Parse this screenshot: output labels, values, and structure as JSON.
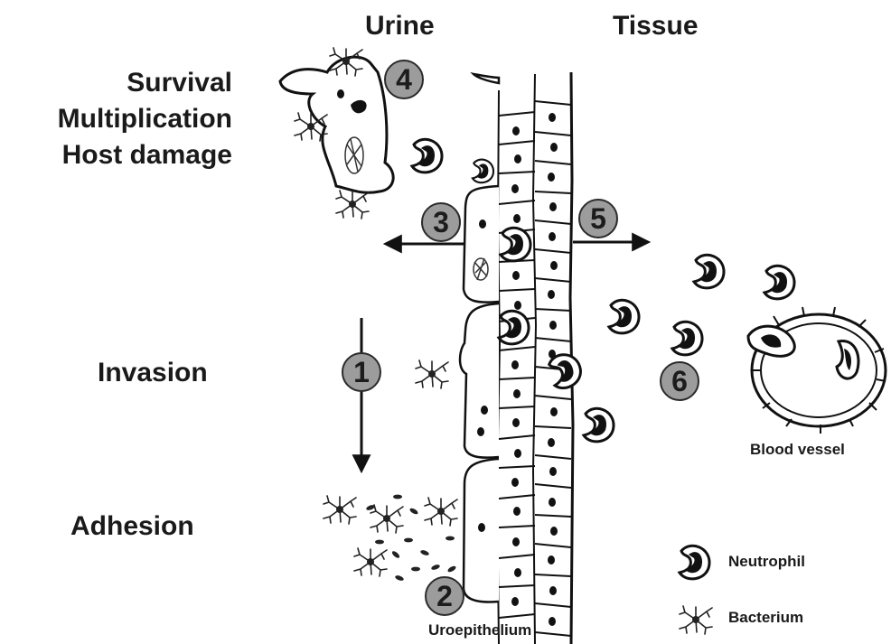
{
  "headers": {
    "urine": "Urine",
    "tissue": "Tissue"
  },
  "stages": {
    "survival": "Survival",
    "multiplication": "Multiplication",
    "host_damage": "Host damage",
    "invasion": "Invasion",
    "adhesion": "Adhesion"
  },
  "steps": [
    "1",
    "2",
    "3",
    "4",
    "5",
    "6"
  ],
  "labels": {
    "uroepithelium": "Uroepithelium",
    "blood_vessel": "Blood vessel"
  },
  "legend": {
    "neutrophil": "Neutrophil",
    "bacterium": "Bacterium"
  }
}
